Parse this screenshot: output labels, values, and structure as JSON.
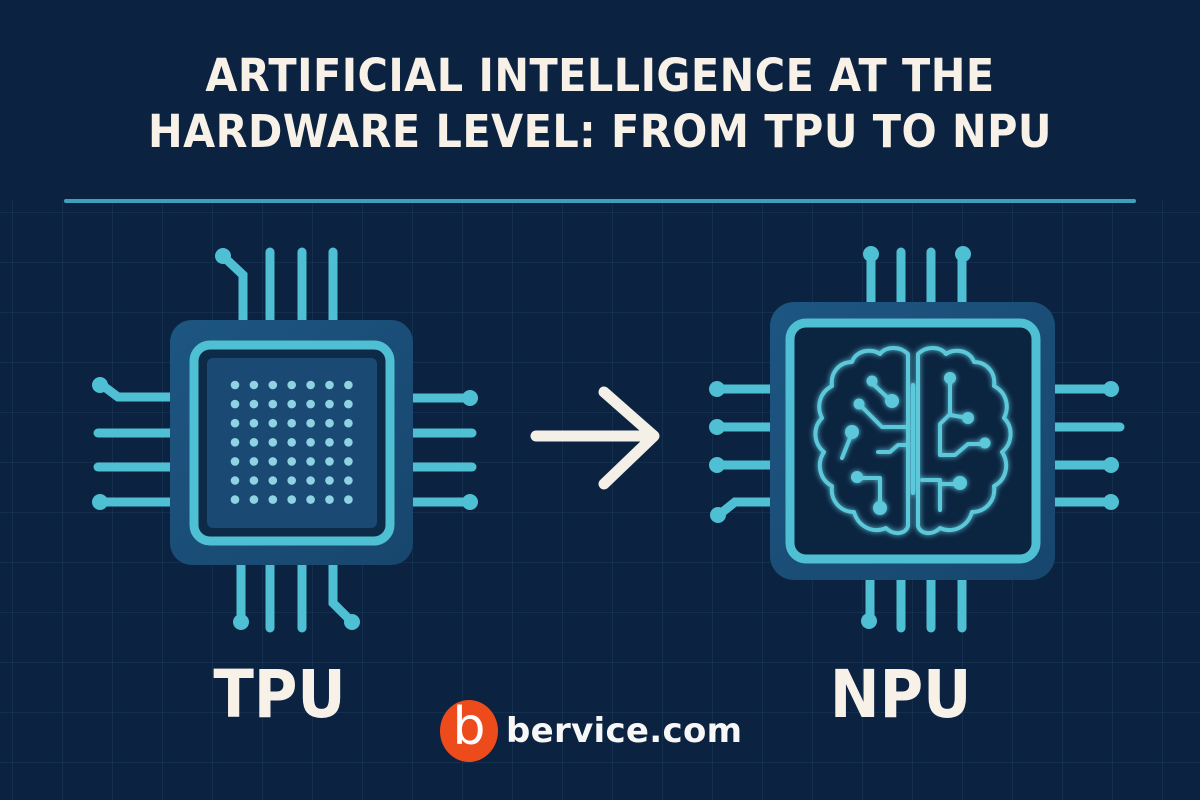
{
  "title": {
    "line1": "ARTIFICIAL INTELLIGENCE AT THE",
    "line2": "HARDWARE LEVEL: FROM TPU TO NPU"
  },
  "colors": {
    "background": "#0b2340",
    "accent": "#4fbfd3",
    "chip_body": "#1b4f77",
    "chip_inner": "#153e63",
    "text": "#f7f1e8",
    "logo": "#ee4b1c"
  },
  "left_chip": {
    "label": "TPU",
    "icon": "tpu-chip-icon",
    "dot_grid": {
      "rows": 7,
      "cols": 7
    }
  },
  "arrow": {
    "icon": "arrow-right-icon"
  },
  "right_chip": {
    "label": "NPU",
    "icon": "npu-brain-chip-icon"
  },
  "logo": {
    "mark": "b",
    "text": "bervice.com"
  }
}
